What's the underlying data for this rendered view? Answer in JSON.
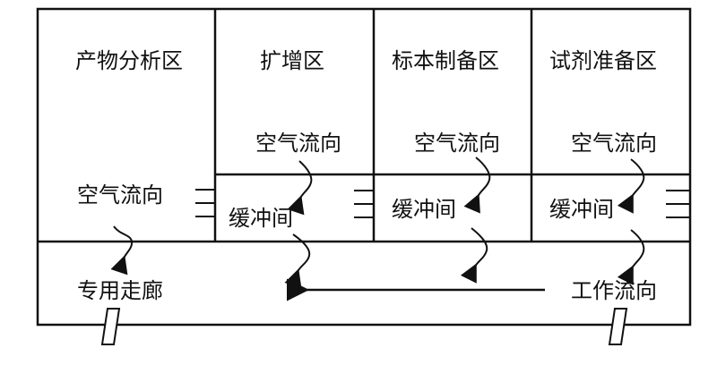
{
  "rooms": {
    "product_analysis": "产物分析区",
    "amplification": "扩增区",
    "specimen_prep": "标本制备区",
    "reagent_prep": "试剂准备区"
  },
  "buffer_label": "缓冲间",
  "air_flow_label": "空气流向",
  "corridor_label": "专用走廊",
  "work_flow_label": "工作流向",
  "colors": {
    "line": "#111111",
    "background": "#ffffff"
  }
}
